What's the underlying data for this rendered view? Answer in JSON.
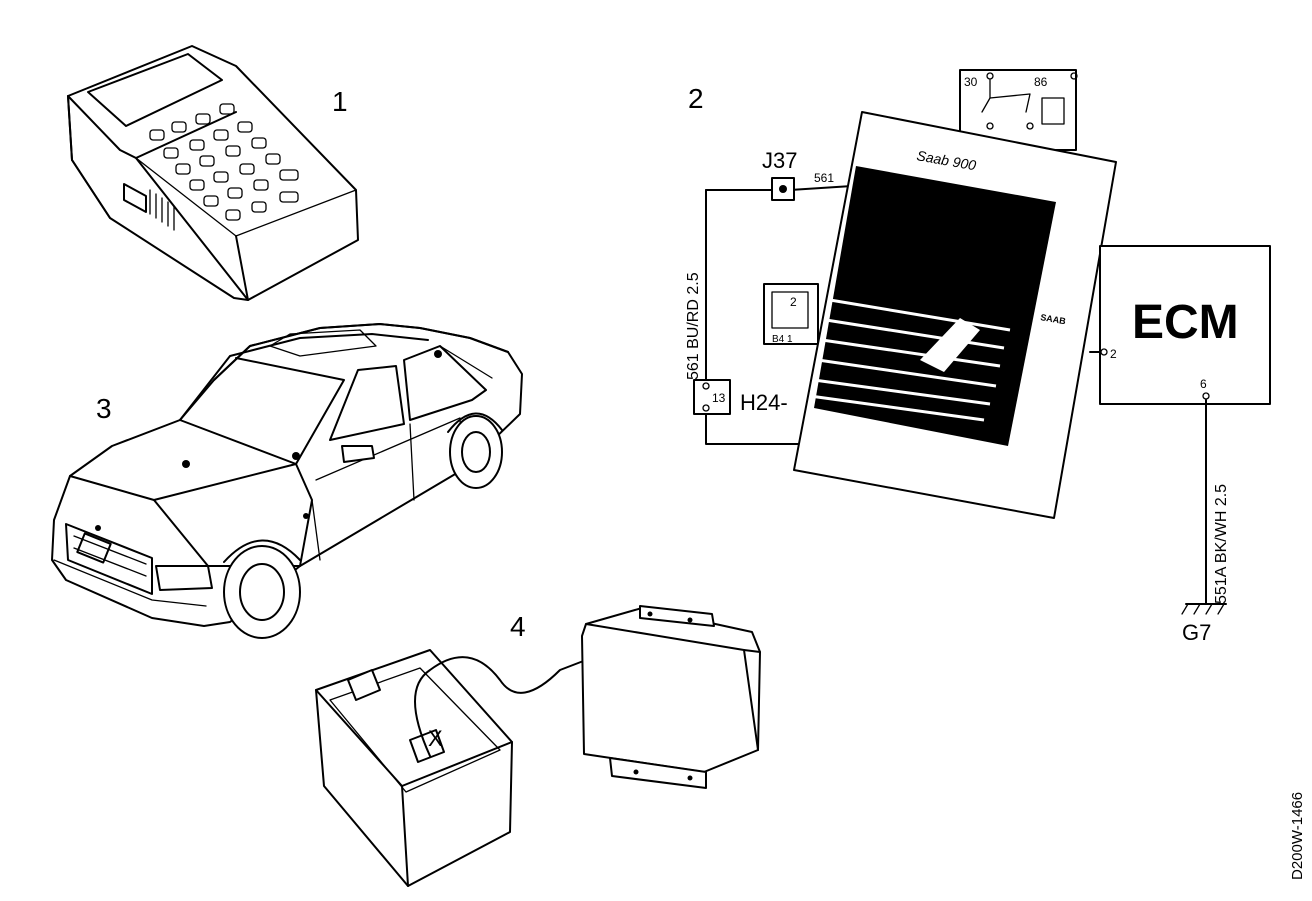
{
  "callouts": {
    "n1": "1",
    "n2": "2",
    "n3": "3",
    "n4": "4"
  },
  "wiring": {
    "j37": "J37",
    "w561": "561",
    "w561_bu_rd": "561 BU/RD 2.5",
    "h24_pin": "13",
    "h24": "H24-",
    "ecm": "ECM",
    "ecm_pin2": "2",
    "ecm_pin6": "6",
    "w551a": "551A BK/WH 2.5",
    "g7": "G7",
    "relay_30": "30",
    "relay_86": "86",
    "conn_2": "2",
    "conn_bottom": "B4 1"
  },
  "manual": {
    "title": "Saab 900",
    "logo": "SAAB"
  },
  "battery": {
    "mark": "X"
  },
  "figure_code": "D200W-1466"
}
